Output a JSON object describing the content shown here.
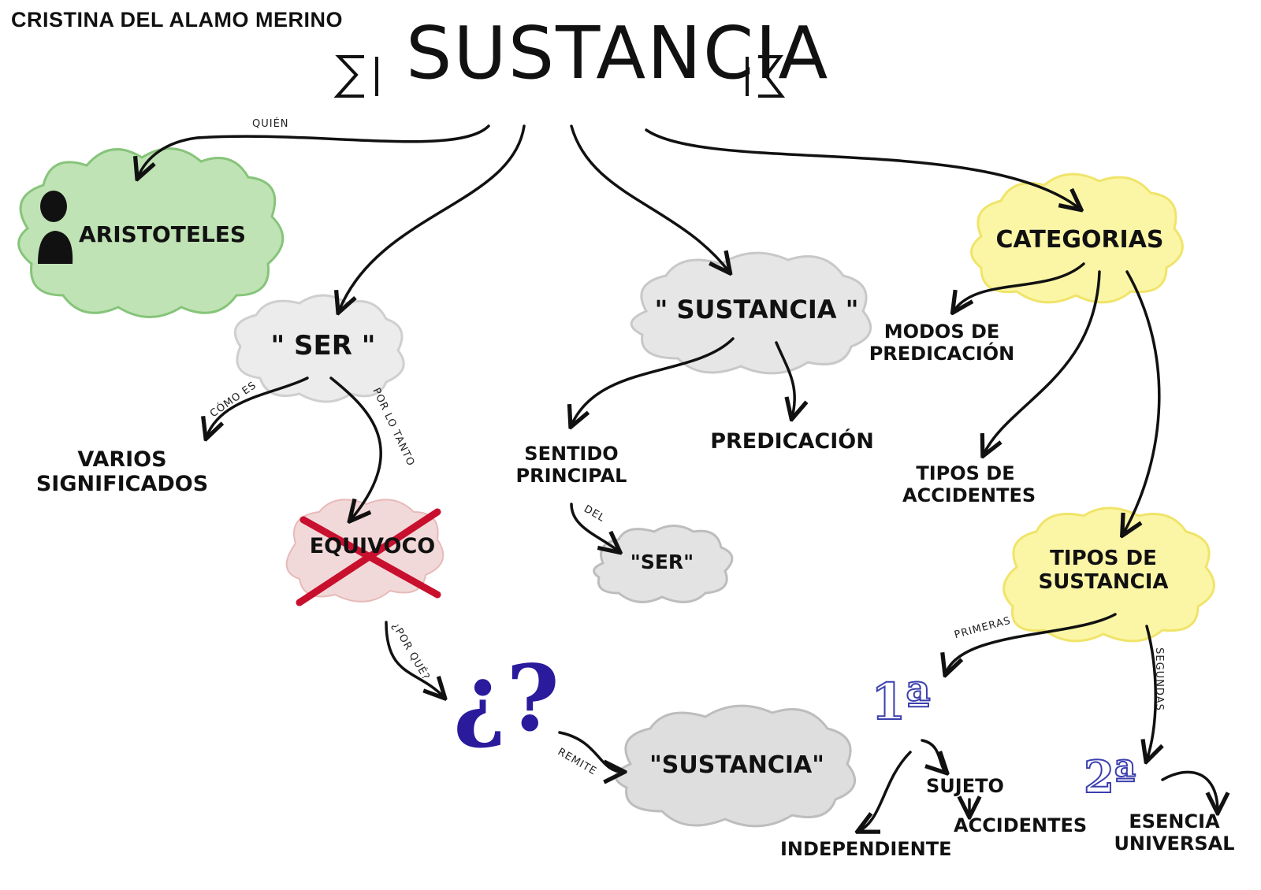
{
  "author": "CRISTINA DEL ALAMO MERINO",
  "title": "SUSTANCIA",
  "nodes": {
    "aristoteles": "ARISTOTELES",
    "ser": "\" SER \"",
    "sustancia_mid": "\" SUSTANCIA \"",
    "categorias": "CATEGORIAS",
    "varios": "VARIOS SIGNIFICADOS",
    "equivoco": "EQUIVOCO",
    "sentido": "SENTIDO PRINCIPAL",
    "ser_small": "\"SER\"",
    "predicacion": "PREDICACIÓN",
    "modos": "MODOS DE PREDICACIÓN",
    "tipos_accidentes": "TIPOS DE ACCIDENTES",
    "tipos_sustancia": "TIPOS DE SUSTANCIA",
    "question": "¿?",
    "sustancia_bottom": "\"SUSTANCIA\"",
    "primera": "1ª",
    "segunda": "2ª",
    "sujeto": "SUJETO",
    "accidentes": "ACCIDENTES",
    "independiente": "INDEPENDIENTE",
    "esencia": "ESENCIA UNIVERSAL"
  },
  "edge_labels": {
    "quien": "QUIÉN",
    "como_es": "CÓMO ES",
    "por_lo_tanto": "POR LO TANTO",
    "del": "DEL",
    "por_que": "¿POR QUÉ?",
    "remite": "REMITE",
    "primeras": "PRIMERAS",
    "segundas": "SEGUNDAS"
  },
  "colors": {
    "green_cloud": "#bfe3b4",
    "yellow_cloud": "#fbf6a6",
    "gray_cloud": "#d9d9d9",
    "red_cross": "#c8102e",
    "question_purple": "#2a1a9c",
    "numeral_outline": "#3b3fae"
  }
}
